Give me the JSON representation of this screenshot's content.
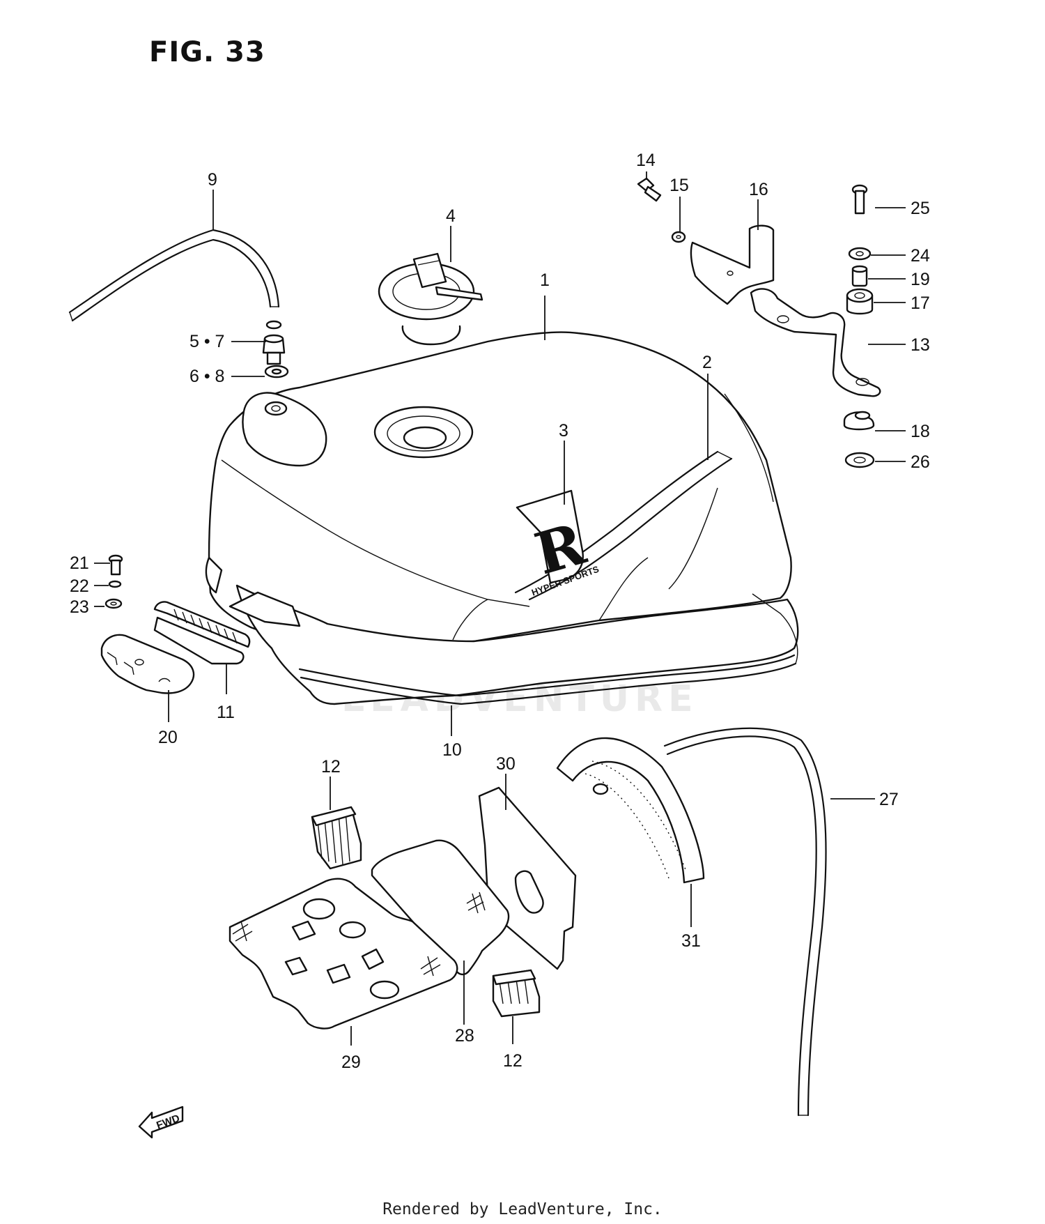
{
  "figure": {
    "title": "FIG. 33",
    "footer": "Rendered by LeadVenture, Inc.",
    "watermark": "LEADVENTURE",
    "fwd_label": "FWD",
    "emblem_letter": "R",
    "emblem_text": "HYPER SPORTS"
  },
  "callouts": {
    "c1": "1",
    "c2": "2",
    "c3": "3",
    "c4": "4",
    "c5_7": "5 • 7",
    "c6_8": "6 • 8",
    "c9": "9",
    "c10": "10",
    "c11": "11",
    "c12a": "12",
    "c12b": "12",
    "c13": "13",
    "c14": "14",
    "c15": "15",
    "c16": "16",
    "c17": "17",
    "c18": "18",
    "c19": "19",
    "c20": "20",
    "c21": "21",
    "c22": "22",
    "c23": "23",
    "c24": "24",
    "c25": "25",
    "c26": "26",
    "c27": "27",
    "c28": "28",
    "c29": "29",
    "c30": "30",
    "c31": "31"
  },
  "icons": [
    "fwd-arrow-icon",
    "fuel-tank-icon",
    "fuel-cap-icon"
  ]
}
